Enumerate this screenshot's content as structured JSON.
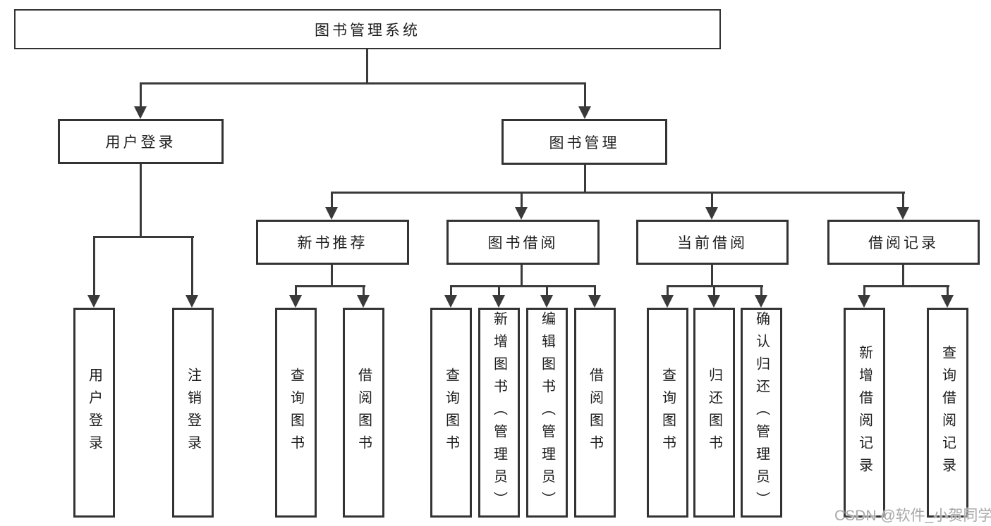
{
  "title": "图书管理系统",
  "colors": {
    "line": "#3a3a3a",
    "box_border": "#333333",
    "text": "#1e1e1e",
    "background": "#ffffff",
    "watermark": "#a8a8a8"
  },
  "nodes": {
    "root": "图书管理系统",
    "level2": [
      "用户登录",
      "图书管理"
    ],
    "level3": [
      "新书推荐",
      "图书借阅",
      "当前借阅",
      "借阅记录"
    ],
    "leaves": [
      "用户登录",
      "注销登录",
      "查询图书",
      "借阅图书",
      "查询图书",
      "新增图书（管理员）",
      "编辑图书（管理员）",
      "借阅图书",
      "查询图书",
      "归还图书",
      "确认归还（管理员）",
      "新增借阅记录",
      "查询借阅记录"
    ]
  },
  "watermark": "CSDN @软件_小贺同学"
}
